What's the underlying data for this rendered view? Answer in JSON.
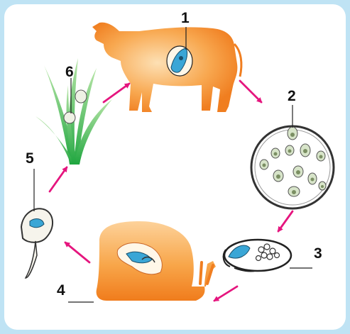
{
  "diagram": {
    "colors": {
      "frame_background": "#bfe3f4",
      "panel": "#ffffff",
      "arrow": "#e5157e",
      "host_orange": "#f5902a",
      "host_light": "#fdd29a",
      "grass": "#2fb24a",
      "parasite_blue": "#3aa6d6",
      "outline": "#222222"
    },
    "stages": [
      {
        "label": "1",
        "icon": "cow-icon"
      },
      {
        "label": "2",
        "icon": "egg-circle-icon"
      },
      {
        "label": "3",
        "icon": "miracidium-icon"
      },
      {
        "label": "4",
        "icon": "snail-icon"
      },
      {
        "label": "5",
        "icon": "cercaria-icon"
      },
      {
        "label": "6",
        "icon": "grass-icon"
      }
    ],
    "arrows": 6
  }
}
